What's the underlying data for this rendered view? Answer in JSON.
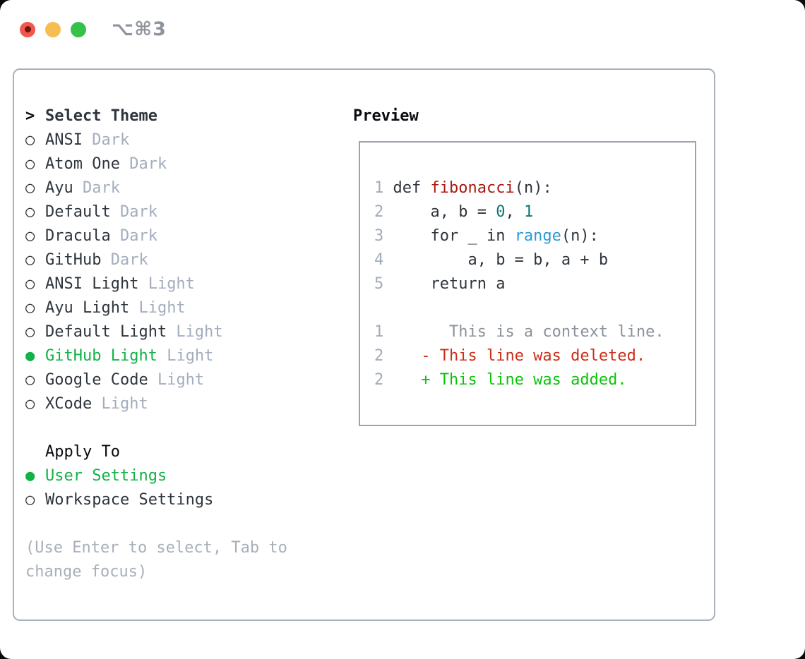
{
  "titlebar": {
    "title": "⌥⌘3",
    "buttons": [
      {
        "id": "close",
        "color": "#F2574F",
        "dot": "#701509"
      },
      {
        "id": "minimize",
        "color": "#F6BE50",
        "dot": null
      },
      {
        "id": "maximize",
        "color": "#35C14A",
        "dot": null
      }
    ]
  },
  "theme_panel": {
    "header_marker": ">",
    "header": "Select Theme",
    "markers": {
      "selected": "●",
      "unselected": "○"
    },
    "themes": [
      {
        "name": "ANSI",
        "variant": "Dark",
        "selected": false
      },
      {
        "name": "Atom One",
        "variant": "Dark",
        "selected": false
      },
      {
        "name": "Ayu",
        "variant": "Dark",
        "selected": false
      },
      {
        "name": "Default",
        "variant": "Dark",
        "selected": false
      },
      {
        "name": "Dracula",
        "variant": "Dark",
        "selected": false
      },
      {
        "name": "GitHub",
        "variant": "Dark",
        "selected": false
      },
      {
        "name": "ANSI Light",
        "variant": "Light",
        "selected": false
      },
      {
        "name": "Ayu Light",
        "variant": "Light",
        "selected": false
      },
      {
        "name": "Default Light",
        "variant": "Light",
        "selected": false
      },
      {
        "name": "GitHub Light",
        "variant": "Light",
        "selected": true
      },
      {
        "name": "Google Code",
        "variant": "Light",
        "selected": false
      },
      {
        "name": "XCode",
        "variant": "Light",
        "selected": false
      }
    ],
    "apply_to": {
      "header": "Apply To",
      "options": [
        {
          "name": "User Settings",
          "selected": true
        },
        {
          "name": "Workspace Settings",
          "selected": false
        }
      ]
    },
    "hint_lines": [
      "(Use Enter to select, Tab to",
      "change focus)"
    ]
  },
  "preview": {
    "header": "Preview",
    "code_lines": [
      {
        "gutter": "1",
        "tokens": [
          {
            "text": "def ",
            "style": "plain"
          },
          {
            "text": "fibonacci",
            "style": "function"
          },
          {
            "text": "(n):",
            "style": "plain"
          }
        ]
      },
      {
        "gutter": "2",
        "tokens": [
          {
            "text": "    a, b = ",
            "style": "plain"
          },
          {
            "text": "0",
            "style": "number"
          },
          {
            "text": ", ",
            "style": "plain"
          },
          {
            "text": "1",
            "style": "number"
          }
        ]
      },
      {
        "gutter": "3",
        "tokens": [
          {
            "text": "    for _ in ",
            "style": "plain"
          },
          {
            "text": "range",
            "style": "builtin"
          },
          {
            "text": "(n):",
            "style": "plain"
          }
        ]
      },
      {
        "gutter": "4",
        "tokens": [
          {
            "text": "        a, b = b, a + b",
            "style": "plain"
          }
        ]
      },
      {
        "gutter": "5",
        "tokens": [
          {
            "text": "    return a",
            "style": "plain"
          }
        ]
      },
      {
        "gutter": "",
        "tokens": []
      },
      {
        "gutter": "1",
        "tokens": [
          {
            "text": "      This is a context line.",
            "style": "context"
          }
        ]
      },
      {
        "gutter": "2",
        "tokens": [
          {
            "text": "   - This line was deleted.",
            "style": "deleted"
          }
        ]
      },
      {
        "gutter": "2",
        "tokens": [
          {
            "text": "   + This line was added.",
            "style": "added"
          }
        ]
      }
    ]
  },
  "colors": {
    "selection_green": "#12B246",
    "added_green": "#0BC20B",
    "deleted_red": "#CD2D17",
    "function_red": "#A91A12",
    "number_teal": "#0D7673",
    "builtin_blue": "#2B9BD2",
    "muted_gray": "#A4ADBD",
    "panel_border": "#A9B1BD"
  }
}
